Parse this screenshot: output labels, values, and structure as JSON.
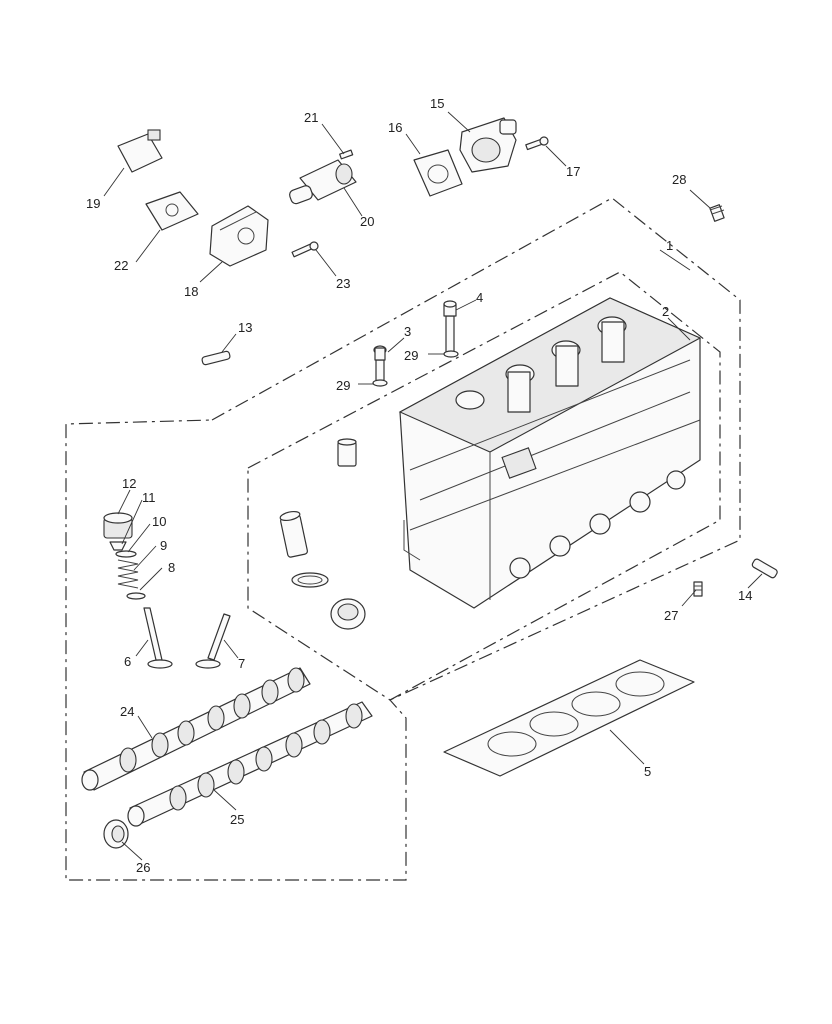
{
  "diagram": {
    "callouts": {
      "c1": "1",
      "c2": "2",
      "c3": "3",
      "c4": "4",
      "c5": "5",
      "c6": "6",
      "c7": "7",
      "c8": "8",
      "c9": "9",
      "c10": "10",
      "c11": "11",
      "c12": "12",
      "c13": "13",
      "c14": "14",
      "c15": "15",
      "c16": "16",
      "c17": "17",
      "c18": "18",
      "c19": "19",
      "c20": "20",
      "c21": "21",
      "c22": "22",
      "c23": "23",
      "c24": "24",
      "c25": "25",
      "c26": "26",
      "c27": "27",
      "c28": "28",
      "c29a": "29",
      "c29b": "29"
    }
  }
}
